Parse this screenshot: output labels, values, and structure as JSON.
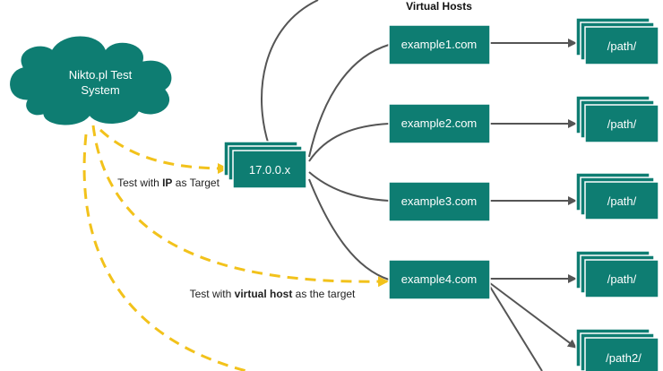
{
  "colors": {
    "teal": "#0e7d72",
    "teal_border": "#ffffff",
    "connector": "#555555",
    "dashed": "#f2c21b"
  },
  "heading": "Virtual Hosts",
  "test_system": {
    "line1": "Nikto.pl Test",
    "line2": "System"
  },
  "ip_node": "17.0.0.x",
  "hosts": [
    {
      "name": "example1.com",
      "path": "/path/"
    },
    {
      "name": "example2.com",
      "path": "/path/"
    },
    {
      "name": "example3.com",
      "path": "/path/"
    },
    {
      "name": "example4.com",
      "path": "/path/"
    }
  ],
  "extra_path": "/path2/",
  "labels": {
    "ip_test": {
      "prefix": "Test with ",
      "bold": "IP",
      "suffix": " as Target"
    },
    "vhost_test": {
      "prefix": "Test with ",
      "bold": "virtual host",
      "suffix": " as the target"
    }
  }
}
